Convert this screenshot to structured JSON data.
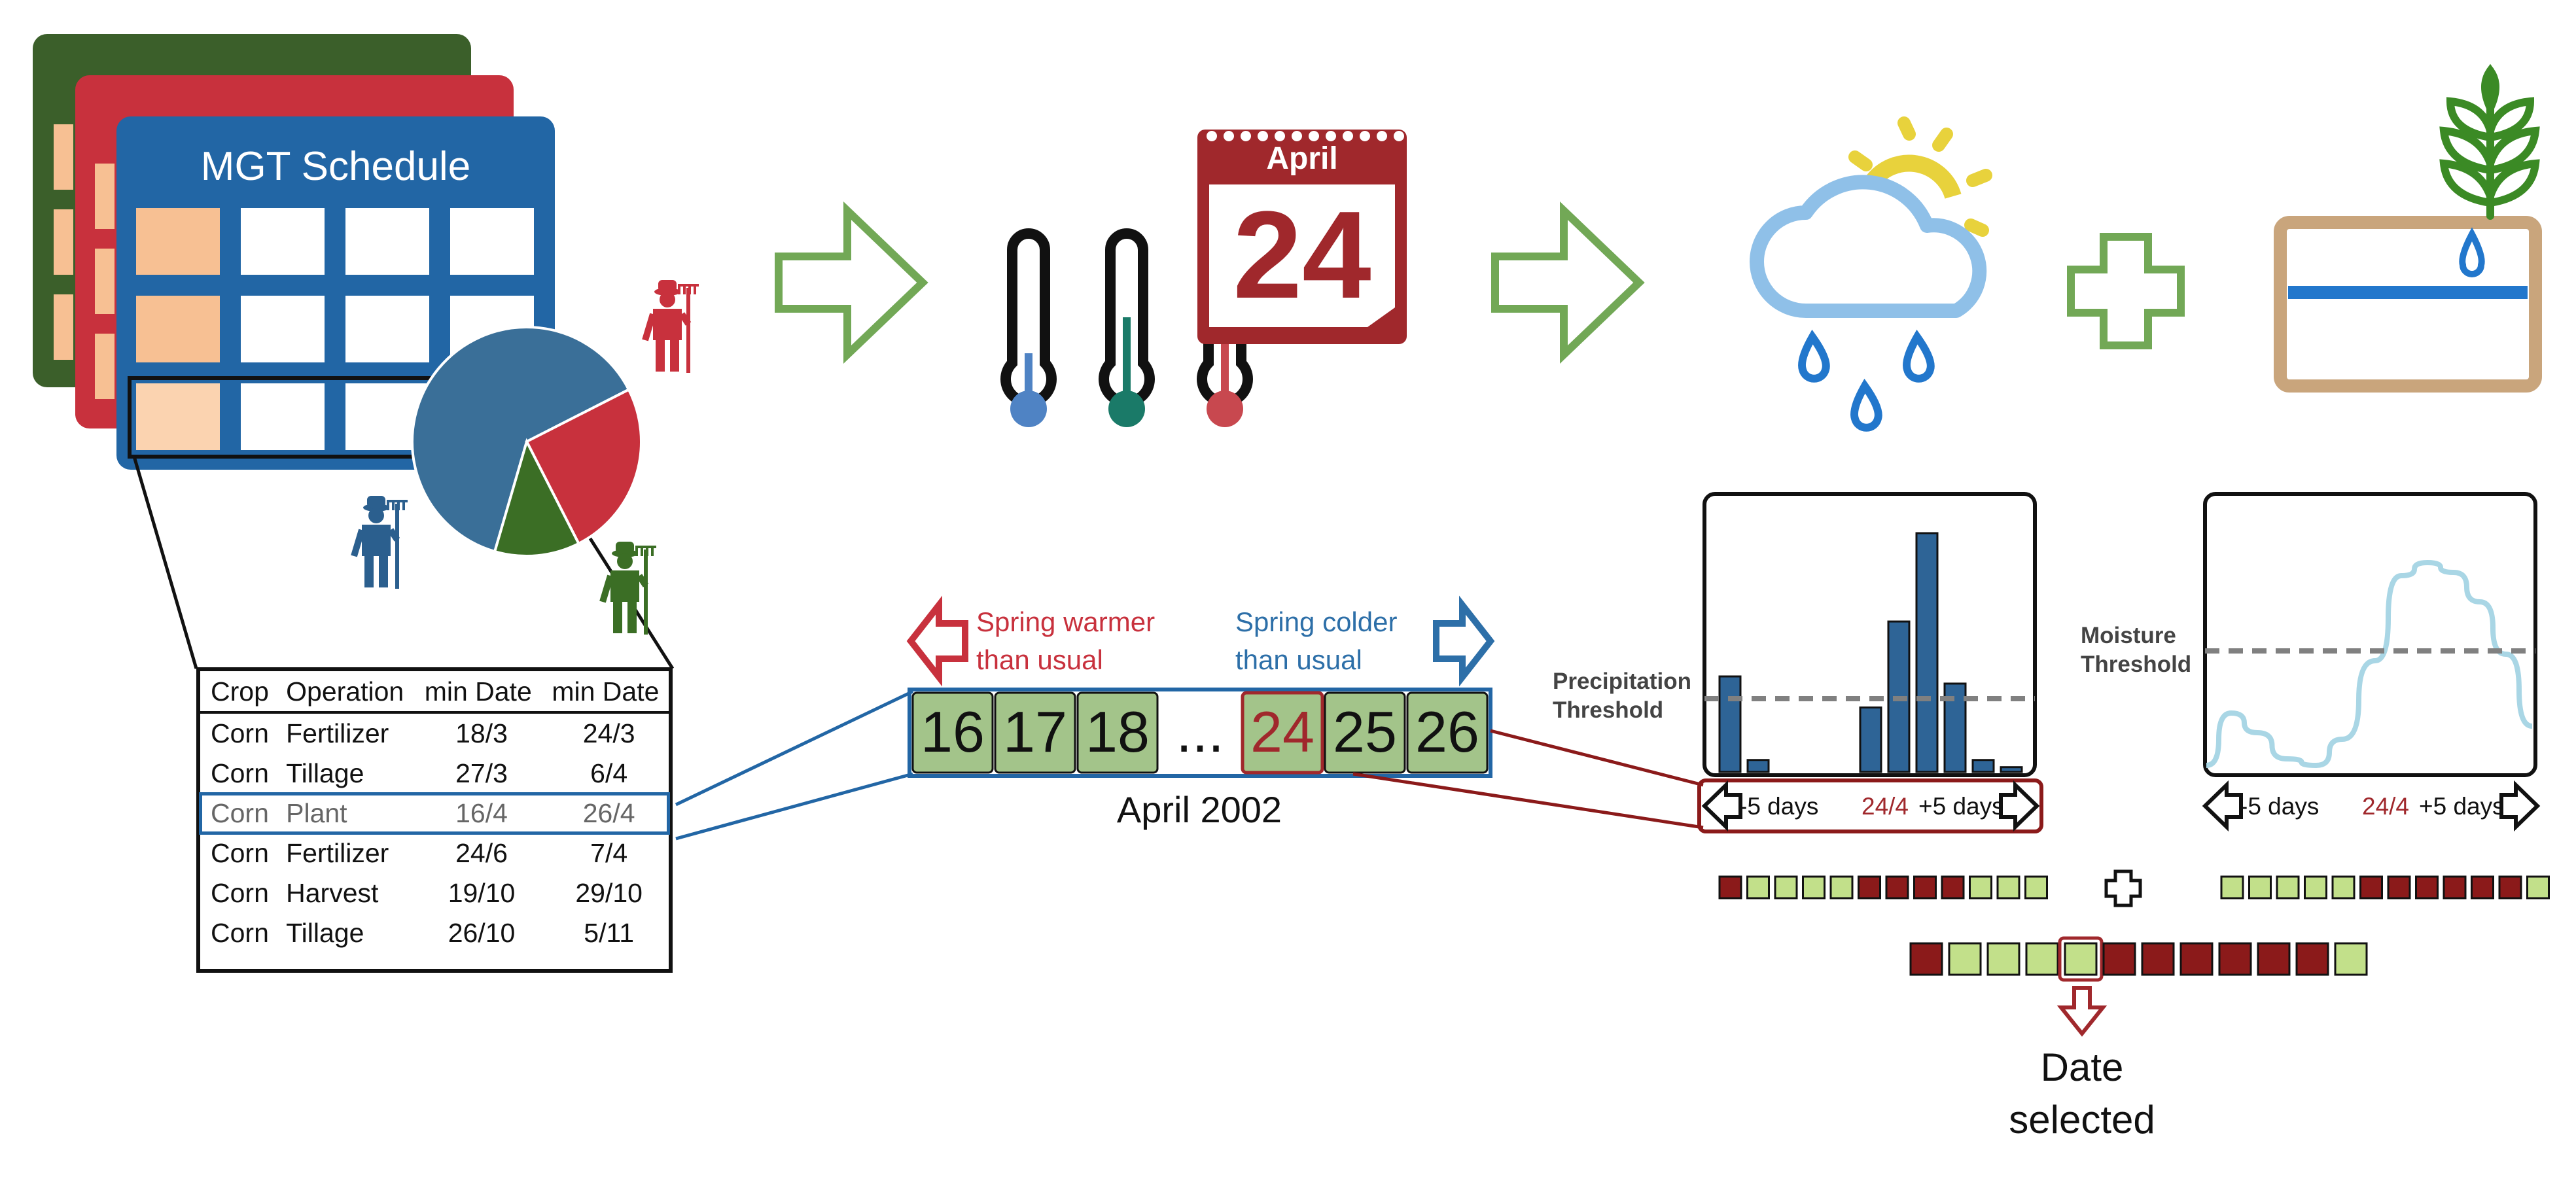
{
  "schedule": {
    "title": "MGT Schedule",
    "colors": {
      "back": "#3b5f2a",
      "middle": "#c8313d",
      "front": "#2266a5",
      "highlight_cell": "#f7c093"
    }
  },
  "table": {
    "headers": [
      "Crop",
      "Operation",
      "min Date",
      "min Date"
    ],
    "rows": [
      [
        "Corn",
        "Fertilizer",
        "18/3",
        "24/3"
      ],
      [
        "Corn",
        "Tillage",
        "27/3",
        "6/4"
      ],
      [
        "Corn",
        "Plant",
        "16/4",
        "26/4"
      ],
      [
        "Corn",
        "Fertilizer",
        "24/6",
        "7/4"
      ],
      [
        "Corn",
        "Harvest",
        "19/10",
        "29/10"
      ],
      [
        "Corn",
        "Tillage",
        "26/10",
        "5/11"
      ]
    ],
    "highlighted_row": 2
  },
  "pie": {
    "slices": [
      {
        "value": 0.63,
        "color": "#3a6f98"
      },
      {
        "value": 0.25,
        "color": "#c8313d"
      },
      {
        "value": 0.12,
        "color": "#3b6e25"
      }
    ]
  },
  "calendar": {
    "month": "April",
    "day": "24",
    "color": "#a0282c"
  },
  "thermometers": {
    "colors": [
      "#4f83c4",
      "#1a7a68",
      "#c8484f"
    ]
  },
  "timeline": {
    "cells": [
      "16",
      "17",
      "18",
      "...",
      "24",
      "25",
      "26"
    ],
    "selected_index": 4,
    "caption": "April 2002",
    "warmer": {
      "line1": "Spring warmer",
      "line2": "than usual"
    },
    "colder": {
      "line1": "Spring colder",
      "line2": "than usual"
    }
  },
  "precip_chart": {
    "threshold_line1": "Precipitation",
    "threshold_line2": "Threshold",
    "axis": {
      "left": "-5 days",
      "center": "24/4",
      "right": "+5 days"
    }
  },
  "moisture_chart": {
    "threshold_line1": "Moisture",
    "threshold_line2": "Threshold",
    "axis": {
      "left": "-5 days",
      "center": "24/4",
      "right": "+5 days"
    }
  },
  "squares": {
    "precip_row": [
      "r",
      "g",
      "g",
      "g",
      "g",
      "r",
      "r",
      "r",
      "r",
      "g",
      "g",
      "g"
    ],
    "moisture_row": [
      "g",
      "g",
      "g",
      "g",
      "g",
      "r",
      "r",
      "r",
      "r",
      "r",
      "r",
      "g"
    ],
    "result_row": [
      "r",
      "g",
      "g",
      "g",
      "g",
      "r",
      "r",
      "r",
      "r",
      "r",
      "r",
      "g"
    ],
    "selected_index": 4,
    "colors": {
      "r": "#8b1a1a",
      "g": "#c2e08a"
    }
  },
  "result": {
    "line1": "Date",
    "line2": "selected"
  }
}
